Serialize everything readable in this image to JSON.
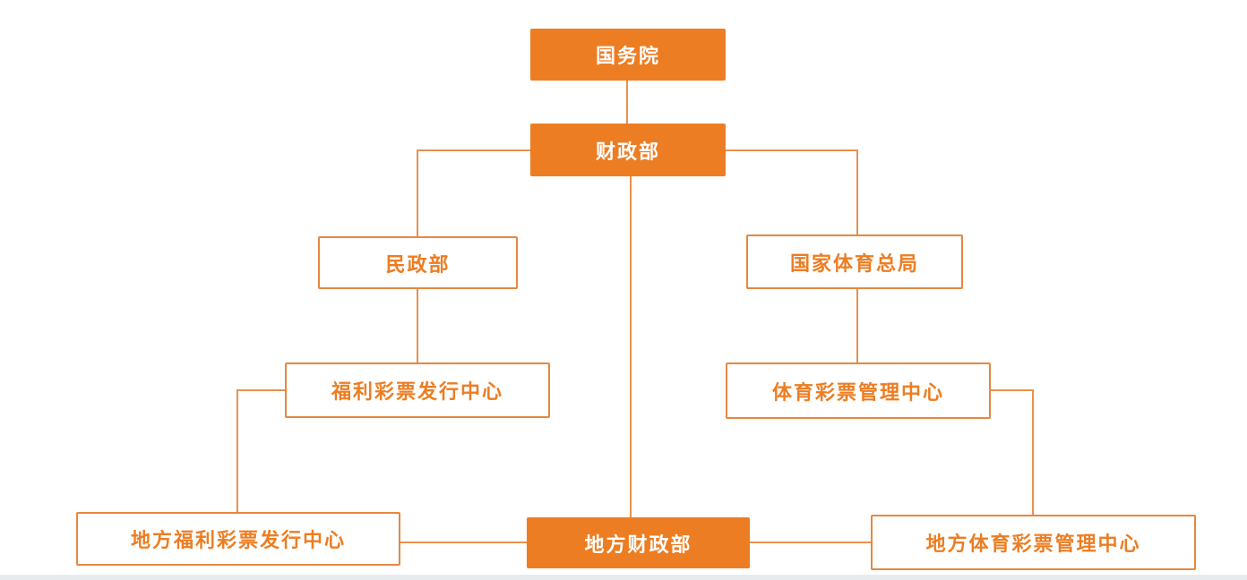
{
  "chart_title": "",
  "colors": {
    "node_fill": "#ED7D22",
    "node_border": "#E8873F",
    "node_text_on_fill": "#FFFFFF",
    "node_text_outline": "#ED7D22",
    "connector": "#E8914F",
    "background": "#FFFFFF",
    "bottom_strip": "#E8EBEE"
  },
  "nodes": [
    {
      "id": "state-council",
      "label": "国务院",
      "style": "filled"
    },
    {
      "id": "ministry-of-finance",
      "label": "财政部",
      "style": "filled"
    },
    {
      "id": "ministry-of-civil-affairs",
      "label": "民政部",
      "style": "outlined"
    },
    {
      "id": "general-administration-of-sport",
      "label": "国家体育总局",
      "style": "outlined"
    },
    {
      "id": "welfare-lottery-issuance-center",
      "label": "福利彩票发行中心",
      "style": "outlined"
    },
    {
      "id": "sports-lottery-administration-center",
      "label": "体育彩票管理中心",
      "style": "outlined"
    },
    {
      "id": "local-welfare-lottery-issuance-center",
      "label": "地方福利彩票发行中心",
      "style": "outlined"
    },
    {
      "id": "local-finance-department",
      "label": "地方财政部",
      "style": "filled"
    },
    {
      "id": "local-sports-lottery-administration-center",
      "label": "地方体育彩票管理中心",
      "style": "outlined"
    }
  ],
  "edges": [
    {
      "from": "state-council",
      "to": "ministry-of-finance"
    },
    {
      "from": "ministry-of-finance",
      "to": "ministry-of-civil-affairs"
    },
    {
      "from": "ministry-of-finance",
      "to": "general-administration-of-sport"
    },
    {
      "from": "ministry-of-finance",
      "to": "local-finance-department"
    },
    {
      "from": "ministry-of-civil-affairs",
      "to": "welfare-lottery-issuance-center"
    },
    {
      "from": "general-administration-of-sport",
      "to": "sports-lottery-administration-center"
    },
    {
      "from": "welfare-lottery-issuance-center",
      "to": "local-welfare-lottery-issuance-center"
    },
    {
      "from": "sports-lottery-administration-center",
      "to": "local-sports-lottery-administration-center"
    },
    {
      "from": "local-welfare-lottery-issuance-center",
      "to": "local-finance-department"
    },
    {
      "from": "local-finance-department",
      "to": "local-sports-lottery-administration-center"
    }
  ]
}
